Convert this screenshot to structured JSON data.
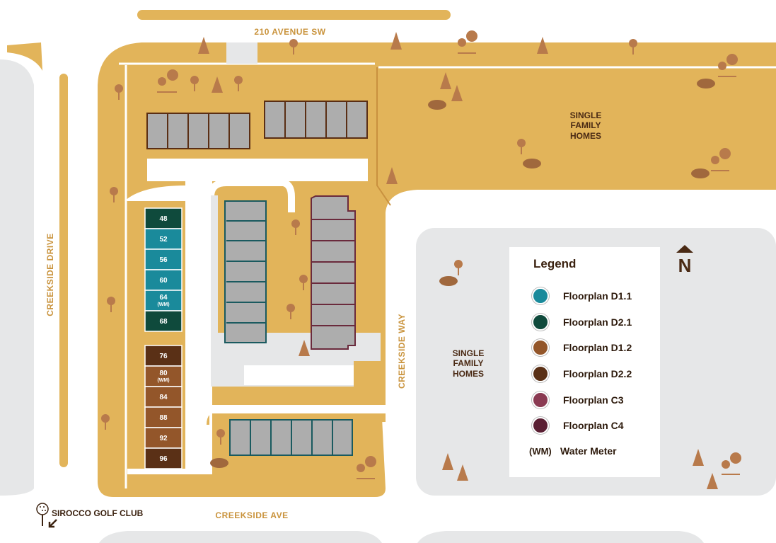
{
  "roads": {
    "north": "210 AVENUE SW",
    "west": "CREEKSIDE DRIVE",
    "east": "CREEKSIDE WAY",
    "south": "CREEKSIDE AVE"
  },
  "areas": {
    "single_family_ne": [
      "SINGLE",
      "FAMILY",
      "HOMES"
    ],
    "single_family_e": [
      "SINGLE",
      "FAMILY",
      "HOMES"
    ]
  },
  "golf": {
    "label": "SIROCCO GOLF CLUB"
  },
  "north_arrow": {
    "label": "N"
  },
  "units": [
    {
      "number": "48",
      "note": "",
      "plan": "D2.1"
    },
    {
      "number": "52",
      "note": "",
      "plan": "D1.1"
    },
    {
      "number": "56",
      "note": "",
      "plan": "D1.1"
    },
    {
      "number": "60",
      "note": "",
      "plan": "D1.1"
    },
    {
      "number": "64",
      "note": "(WM)",
      "plan": "D1.1"
    },
    {
      "number": "68",
      "note": "",
      "plan": "D2.1"
    },
    {
      "number": "76",
      "note": "",
      "plan": "D2.2"
    },
    {
      "number": "80",
      "note": "(WM)",
      "plan": "D1.2"
    },
    {
      "number": "84",
      "note": "",
      "plan": "D1.2"
    },
    {
      "number": "88",
      "note": "",
      "plan": "D1.2"
    },
    {
      "number": "92",
      "note": "",
      "plan": "D1.2"
    },
    {
      "number": "96",
      "note": "",
      "plan": "D2.2"
    }
  ],
  "legend": {
    "title": "Legend",
    "items": [
      {
        "label": "Floorplan D1.1",
        "color": "#1a8a9b"
      },
      {
        "label": "Floorplan D2.1",
        "color": "#0f4a3c"
      },
      {
        "label": "Floorplan D1.2",
        "color": "#93562a"
      },
      {
        "label": "Floorplan D2.2",
        "color": "#5a3016"
      },
      {
        "label": "Floorplan C3",
        "color": "#8a3a52"
      },
      {
        "label": "Floorplan C4",
        "color": "#5a1f33"
      }
    ],
    "water_meter": {
      "symbol": "(WM)",
      "label": "Water Meter"
    }
  },
  "colors": {
    "lot": "#e2b45a",
    "road_gray": "#e6e7e8",
    "building_gray": "#adadad",
    "outline_brown": "#5a2e14",
    "tree": "#b87a4b"
  }
}
